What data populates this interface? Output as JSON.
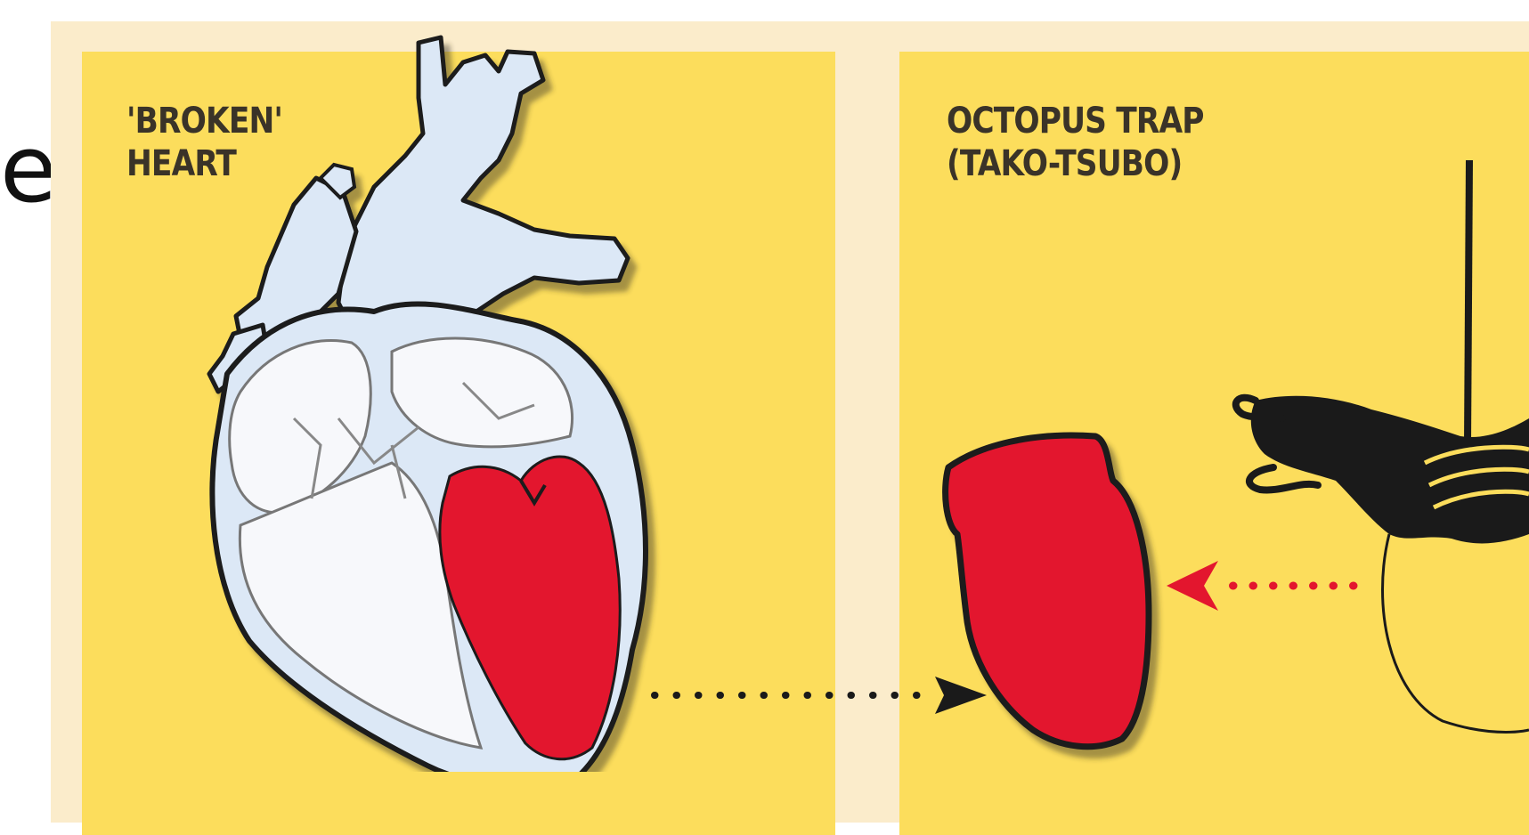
{
  "partial_heading_glyph": "e",
  "panels": [
    {
      "id": "left",
      "title_lines": [
        "'BROKEN'",
        "HEART"
      ]
    },
    {
      "id": "right",
      "title_lines": [
        "OCTOPUS TRAP",
        "(TAKO-TSUBO)"
      ]
    }
  ],
  "colors": {
    "frame": "#fbeccb",
    "panel": "#fcdd5c",
    "ventricle": "#e3162e",
    "heart_outer": "#dce8f6",
    "heart_inner": "#f7f8fb",
    "ink": "#1a1a1a",
    "arrow_red": "#e3162e"
  }
}
